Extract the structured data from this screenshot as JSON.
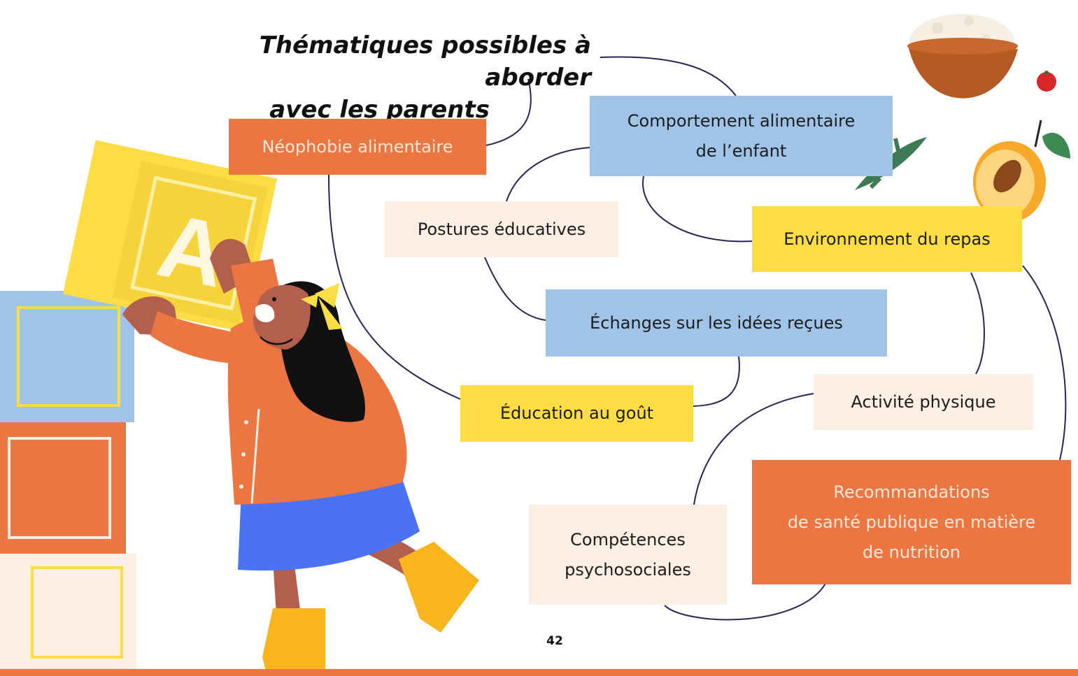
{
  "title": {
    "line1": "Thématiques possibles à aborder",
    "line2": "avec les parents"
  },
  "nodes": {
    "neophobie": "Néophobie alimentaire",
    "comportement_l1": "Comportement alimentaire",
    "comportement_l2": "de l’enfant",
    "postures": "Postures éducatives",
    "environnement": "Environnement du repas",
    "echanges": "Échanges sur les idées reçues",
    "education": "Éducation au goût",
    "activite": "Activité physique",
    "recommandations_l1": "Recommandations",
    "recommandations_l2": "de santé publique en matière",
    "recommandations_l3": "de nutrition",
    "competences_l1": "Compétences",
    "competences_l2": "psychosociales"
  },
  "illustration": {
    "block_letter": "A"
  },
  "page_number": "42",
  "colors": {
    "orange": "#ec7642",
    "blue": "#9fc4e8",
    "yellow": "#fedc44",
    "cream": "#fbeee2",
    "connector": "#2a2456"
  }
}
